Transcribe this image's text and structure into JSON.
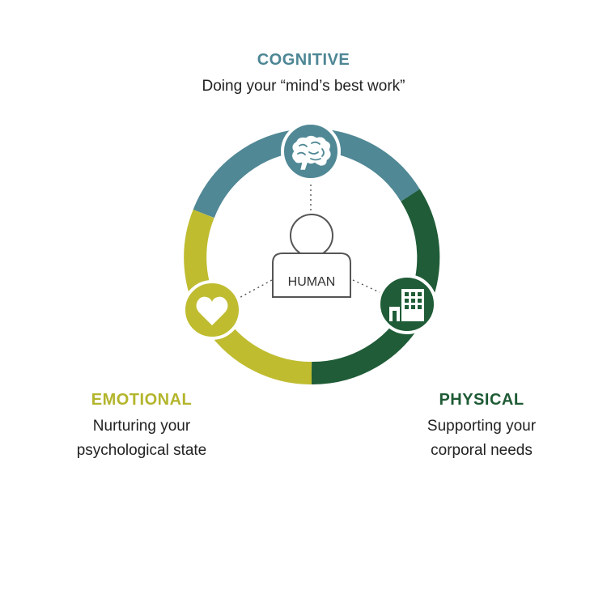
{
  "colors": {
    "cognitive": "#508895",
    "physical": "#1f5c37",
    "emotional": "#bfbc30"
  },
  "cognitive": {
    "title": "COGNITIVE",
    "description": "Doing your “mind’s best work”",
    "icon": "brain-icon"
  },
  "emotional": {
    "title": "EMOTIONAL",
    "description_line1": "Nurturing your",
    "description_line2": "psychological state",
    "icon": "heart-icon"
  },
  "physical": {
    "title": "PHYSICAL",
    "description_line1": "Supporting your",
    "description_line2": "corporal needs",
    "icon": "building-icon"
  },
  "center": {
    "label": "HUMAN",
    "icon": "person-icon"
  }
}
